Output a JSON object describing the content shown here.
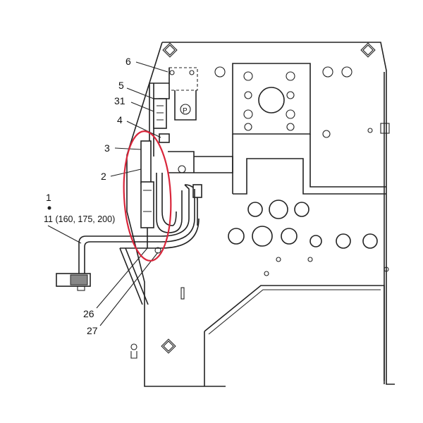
{
  "callouts": {
    "c1": "1",
    "c11": "11 (160, 175, 200)",
    "c6": "6",
    "c5": "5",
    "c31": "31",
    "c4": "4",
    "c3": "3",
    "c2": "2",
    "c26": "26",
    "c27": "27",
    "p_mark": "P"
  },
  "colors": {
    "line": "#222222",
    "highlight": "#d9263b",
    "background": "#ffffff"
  },
  "highlight": {
    "shape": "ellipse",
    "encircles": "3"
  }
}
